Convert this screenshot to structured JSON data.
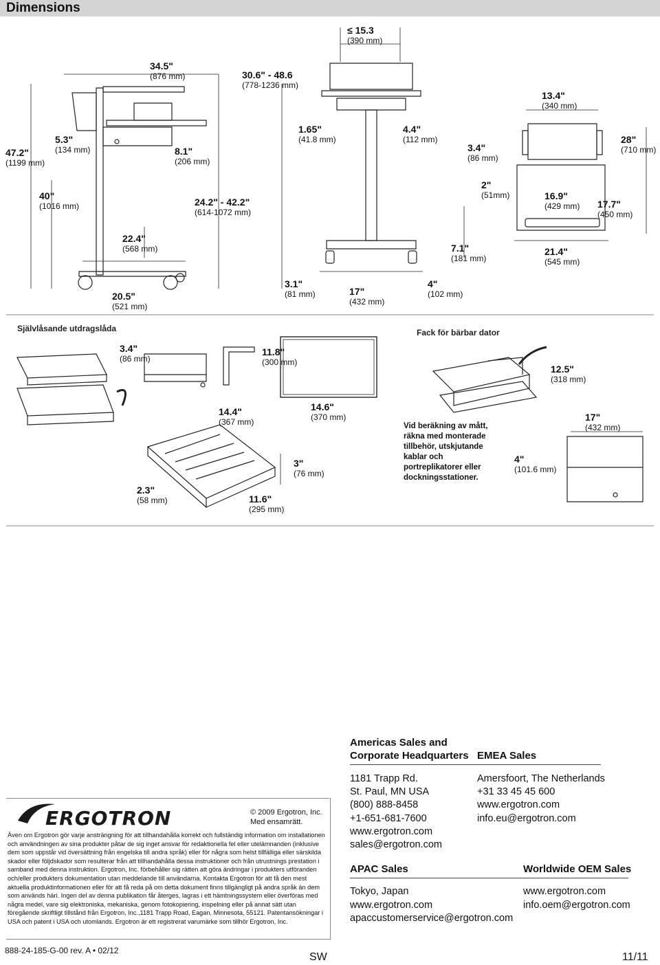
{
  "title": "Dimensions",
  "cart_dims": [
    {
      "in": "47.2\"",
      "mm": "(1199 mm)"
    },
    {
      "in": "5.3\"",
      "mm": "(134 mm)"
    },
    {
      "in": "40\"",
      "mm": "(1016 mm)"
    },
    {
      "in": "34.5\"",
      "mm": "(876 mm)"
    },
    {
      "in": "30.6\" - 48.6",
      "mm": "(778-1236 mm)"
    },
    {
      "in": "8.1\"",
      "mm": "(206 mm)"
    },
    {
      "in": "24.2\" - 42.2\"",
      "mm": "(614-1072 mm)"
    },
    {
      "in": "22.4\"",
      "mm": "(568 mm)"
    },
    {
      "in": "20.5\"",
      "mm": "(521 mm)"
    },
    {
      "in": "≤ 15.3",
      "mm": "(390 mm)"
    },
    {
      "in": "1.65\"",
      "mm": "(41.8 mm)"
    },
    {
      "in": "4.4\"",
      "mm": "(112 mm)"
    },
    {
      "in": "3.4\"",
      "mm": "(86 mm)"
    },
    {
      "in": "2\"",
      "mm": "(51mm)"
    },
    {
      "in": "7.1\"",
      "mm": "(181 mm)"
    },
    {
      "in": "3.1\"",
      "mm": "(81 mm)"
    },
    {
      "in": "17\"",
      "mm": "(432 mm)"
    },
    {
      "in": "4\"",
      "mm": "(102 mm)"
    },
    {
      "in": "13.4\"",
      "mm": "(340 mm)"
    },
    {
      "in": "28\"",
      "mm": "(710 mm)"
    },
    {
      "in": "16.9\"",
      "mm": "(429 mm)"
    },
    {
      "in": "17.7\"",
      "mm": "(450 mm)"
    },
    {
      "in": "21.4\"",
      "mm": "(545 mm)"
    }
  ],
  "drawer_section": {
    "label": "Självlåsande utdragslåda",
    "dims": [
      {
        "in": "3.4\"",
        "mm": "(86 mm)"
      },
      {
        "in": "11.8\"",
        "mm": "(300 mm)"
      },
      {
        "in": "14.4\"",
        "mm": "(367 mm)"
      },
      {
        "in": "14.6\"",
        "mm": "(370 mm)"
      },
      {
        "in": "3\"",
        "mm": "(76 mm)"
      },
      {
        "in": "2.3\"",
        "mm": "(58 mm)"
      },
      {
        "in": "11.6\"",
        "mm": "(295 mm)"
      }
    ]
  },
  "laptop_section": {
    "label": "Fack för bärbar dator",
    "note": "Vid beräkning av mått, räkna med monterade tillbehör, utskjutande kablar och portreplikatorer eller dockningsstationer.",
    "dims": [
      {
        "in": "12.5\"",
        "mm": "(318 mm)"
      },
      {
        "in": "17\"",
        "mm": "(432 mm)"
      },
      {
        "in": "4\"",
        "mm": "(101.6 mm)"
      }
    ]
  },
  "contacts": {
    "americas": {
      "heading_1": "Americas Sales and",
      "heading_2": "Corporate Headquarters",
      "lines": [
        "1181 Trapp Rd.",
        "St. Paul, MN USA",
        "(800) 888-8458",
        "+1-651-681-7600",
        "www.ergotron.com",
        "sales@ergotron.com"
      ]
    },
    "emea": {
      "heading": "EMEA Sales",
      "lines": [
        "Amersfoort, The Netherlands",
        "+31 33 45 45 600",
        "www.ergotron.com",
        "info.eu@ergotron.com"
      ]
    },
    "apac": {
      "heading": "APAC Sales",
      "lines": [
        "Tokyo, Japan",
        "www.ergotron.com",
        "apaccustomerservice@ergotron.com"
      ]
    },
    "oem": {
      "heading": "Worldwide OEM Sales",
      "lines": [
        "www.ergotron.com",
        "info.oem@ergotron.com"
      ]
    }
  },
  "company": {
    "logo_text": "ERGOTRON",
    "copyright_1": "© 2009 Ergotron, Inc.",
    "copyright_2": "Med ensamrätt.",
    "legal": "Även om Ergotron gör varje ansträngning för att tillhandahålla korrekt och fullständig information om installationen och användningen av sina produkter påtar de sig inget ansvar för redaktionella fel eller utelämnanden (inklusive dem som uppstår vid översättning från engelska till andra språk) eller för några som helst tillfälliga eller särskilda skador eller följdskador som resulterar från att tillhandahålla dessa instruktioner och från utrustnings prestation i samband med denna instruktion. Ergotron, Inc. förbehåller sig rätten att göra ändringar i produkters utföranden och/eller produkters dokumentation utan meddelande till användarna. Kontakta Ergotron för att få den mest aktuella produktinformationen eller för att få reda på om detta dokument finns tillgängligt på andra språk än dem som används häri. Ingen del av denna publikation får återges, lagras i ett hämtningssystem eller överföras med några medel, vare sig elektroniska, mekaniska, genom fotokopiering, inspelning eller på annat sätt utan föregående skriftligt tillstånd från Ergotron, Inc.,1181 Trapp Road, Eagan, Minnesota, 55121. Patentansökningar i USA och patent i USA och utomlands. Ergotron är ett registrerat varumärke som tillhör Ergotron, Inc."
  },
  "footer": {
    "doc_number": "888-24-185-G-00 rev. A • 02/12",
    "language": "SW",
    "page": "11/11"
  }
}
